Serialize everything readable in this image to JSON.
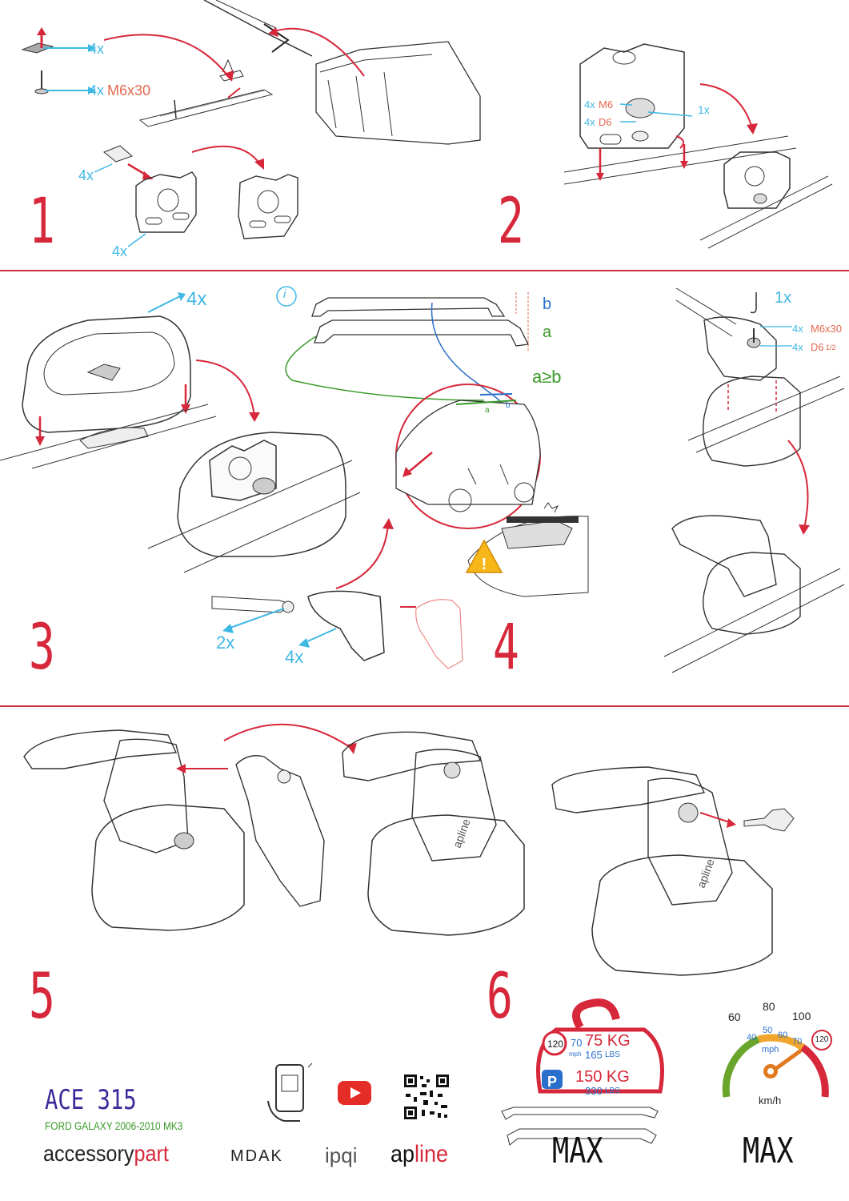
{
  "steps": {
    "s1": "1",
    "s2": "2",
    "s3": "3",
    "s4": "4",
    "s5": "5",
    "s6": "6"
  },
  "step1": {
    "q_pad": "4x",
    "q_bolt": "4x",
    "bolt_spec": "M6x30",
    "q_bracket_a": "4x",
    "q_bracket_b": "4x"
  },
  "step2": {
    "q_m6": "4x",
    "m6": "M6",
    "q_d6": "4x",
    "d6": "D6",
    "q_tool": "1x"
  },
  "step3": {
    "q_caps": "4x",
    "q_end": "2x",
    "q_foot": "4x"
  },
  "step4": {
    "measure_b": "b",
    "measure_a": "a",
    "rule": "a≥b",
    "car_b": "b",
    "car_a": "a",
    "info": "i"
  },
  "step4b": {
    "q_tool": "1x",
    "q_bolt": "4x",
    "bolt_spec": "M6x30",
    "q_washer": "4x",
    "washer_spec": "D6",
    "washer_suffix": "1/2"
  },
  "step6": {
    "weight": {
      "speed": "120",
      "speed_alt": "70",
      "speed_unit": "mph",
      "load_kg": "75 KG",
      "load_lbs": "165",
      "lbs_unit": "LBS",
      "parking": "P",
      "park_kg": "150 KG",
      "park_lbs": "330",
      "park_lbs_unit": "LBS",
      "max": "MAX"
    },
    "speedo": {
      "t60": "60",
      "t80": "80",
      "t100": "100",
      "m40": "40",
      "m50": "50",
      "m60": "60",
      "m70": "70",
      "unit_mph": "mph",
      "limit": "120",
      "unit": "km/h",
      "max": "MAX"
    }
  },
  "footer": {
    "model": "ACE 315",
    "vehicle": "FORD GALAXY 2006-2010 MK3",
    "brand1_a": "accessory",
    "brand1_b": "part",
    "brand2": "MDAK",
    "brand3": "ipqi",
    "brand4_a": "ap",
    "brand4_b": "line"
  },
  "colors": {
    "accent": "#d6283a",
    "cyan": "#3fb8e4",
    "salmon": "#e26a4f",
    "blue": "#2a6fcc",
    "green": "#3a9a2a",
    "youtube": "#e52d27"
  }
}
